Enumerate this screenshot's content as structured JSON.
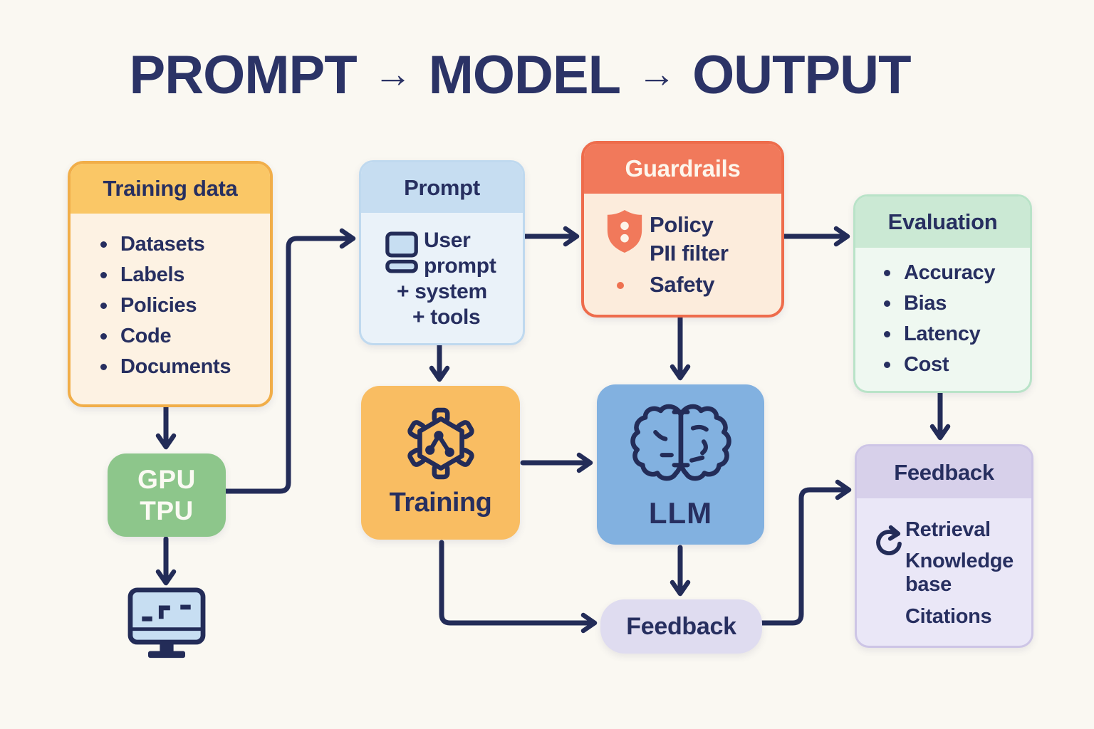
{
  "title": {
    "segments": [
      "PROMPT",
      "MODEL",
      "OUTPUT"
    ],
    "separator": "→"
  },
  "nodes": {
    "training_data": {
      "title": "Training data",
      "items": [
        "Datasets",
        "Labels",
        "Policies",
        "Code",
        "Documents"
      ]
    },
    "gpu_tpu": {
      "line1": "GPU",
      "line2": "TPU"
    },
    "prompt": {
      "title": "Prompt",
      "icon": "user-prompt-window-icon",
      "lines": [
        "User",
        "prompt",
        "+ system",
        "+ tools"
      ]
    },
    "training": {
      "label": "Training",
      "icon": "gear-network-icon"
    },
    "guardrails": {
      "title": "Guardrails",
      "icon": "shield-icon",
      "items": [
        "Policy",
        "PII filter",
        "Safety"
      ]
    },
    "llm": {
      "label": "LLM",
      "icon": "brain-icon"
    },
    "evaluation": {
      "title": "Evaluation",
      "items": [
        "Accuracy",
        "Bias",
        "Latency",
        "Cost"
      ]
    },
    "feedback_small": {
      "label": "Feedback"
    },
    "feedback_detail": {
      "title": "Feedback",
      "icon": "refresh-icon",
      "items": [
        "Retrieval",
        "Knowledge base",
        "Citations"
      ]
    },
    "monitor": {
      "icon": "computer-monitor-icon"
    }
  },
  "colors": {
    "background": "#faf8f2",
    "ink_navy": "#272f60",
    "arrow_navy": "#232c58",
    "orange_header": "#fac766",
    "orange_border": "#f1ae49",
    "cream_body": "#fdf2e3",
    "blue_header": "#c6ddf1",
    "blue_body": "#eaf2f9",
    "coral_header": "#f1795b",
    "coral_border": "#ee6c4c",
    "coral_body": "#fcecdc",
    "green_solid": "#8dc68b",
    "green_header": "#cbe9d4",
    "green_body": "#eff8f1",
    "amber_solid": "#f9bd62",
    "blue_solid": "#82b1e0",
    "lavender_solid": "#dfdcf0",
    "lavender_header": "#d7d0ea",
    "lavender_body": "#eae7f7"
  }
}
